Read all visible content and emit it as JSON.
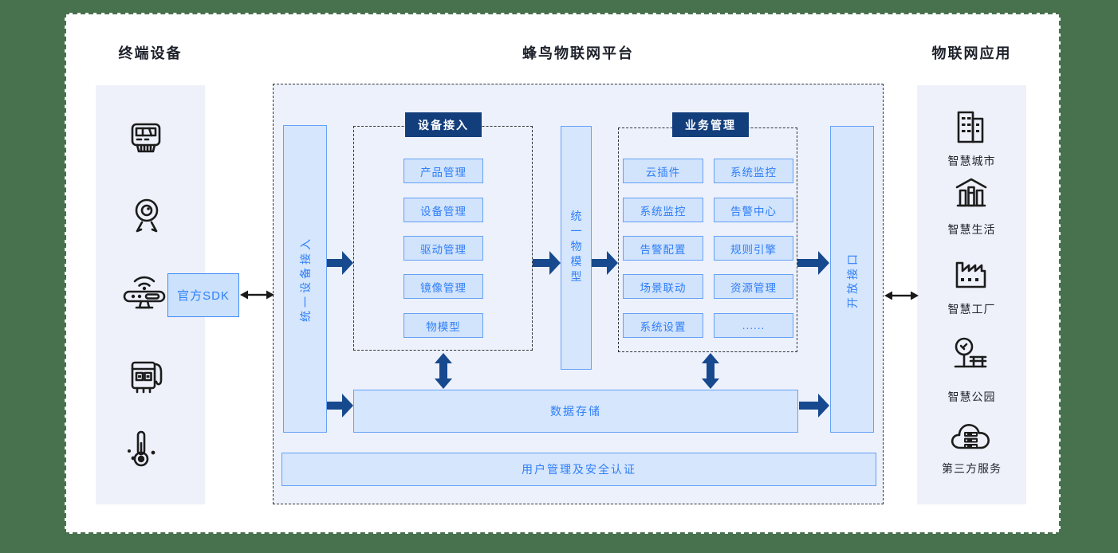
{
  "colors": {
    "backdrop_green": "#48714e",
    "card_white": "#ffffff",
    "panel_blue": "#eef1fa",
    "platform_fill": "#edf1fb",
    "box_fill": "#d6e6fd",
    "box_border": "#64a1f6",
    "badge_navy": "#133e7c",
    "arrow_navy": "#17498e",
    "text_blue": "#2e7ff8",
    "text_dark": "#1d212a",
    "dash_dark": "#2f3338"
  },
  "titles": {
    "devices": "终端设备",
    "platform": "蜂鸟物联网平台",
    "apps": "物联网应用"
  },
  "devices": {
    "sdk_label": "官方SDK",
    "icons": [
      "electric-meter-icon",
      "webcam-icon",
      "gateway-icon",
      "controller-icon",
      "thermometer-icon"
    ]
  },
  "platform": {
    "access_bar": "统一设备接入",
    "device_access": {
      "badge": "设备接入",
      "buttons": [
        "产品管理",
        "设备管理",
        "驱动管理",
        "镜像管理",
        "物模型"
      ]
    },
    "model_bar": "统一物模型",
    "business": {
      "badge": "业务管理",
      "left_buttons": [
        "云插件",
        "系统监控",
        "告警配置",
        "场景联动",
        "系统设置"
      ],
      "right_buttons": [
        "系统监控",
        "告警中心",
        "规则引擎",
        "资源管理",
        "......"
      ]
    },
    "open_api_bar": "开放接口",
    "data_storage": "数据存储",
    "user_security": "用户管理及安全认证"
  },
  "apps": {
    "items": [
      {
        "icon": "city-icon",
        "label": "智慧城市"
      },
      {
        "icon": "life-icon",
        "label": "智慧生活"
      },
      {
        "icon": "factory-icon",
        "label": "智慧工厂"
      },
      {
        "icon": "park-icon",
        "label": "智慧公园"
      },
      {
        "icon": "third-party-icon",
        "label": "第三方服务"
      }
    ]
  }
}
